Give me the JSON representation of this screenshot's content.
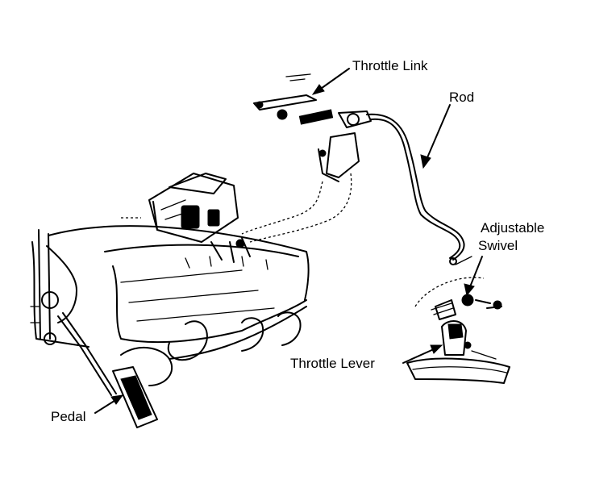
{
  "labels": {
    "throttle_link": "Throttle Link",
    "rod": "Rod",
    "adjustable": "Adjustable",
    "swivel": "Swivel",
    "throttle_lever": "Throttle Lever",
    "pedal": "Pedal"
  }
}
